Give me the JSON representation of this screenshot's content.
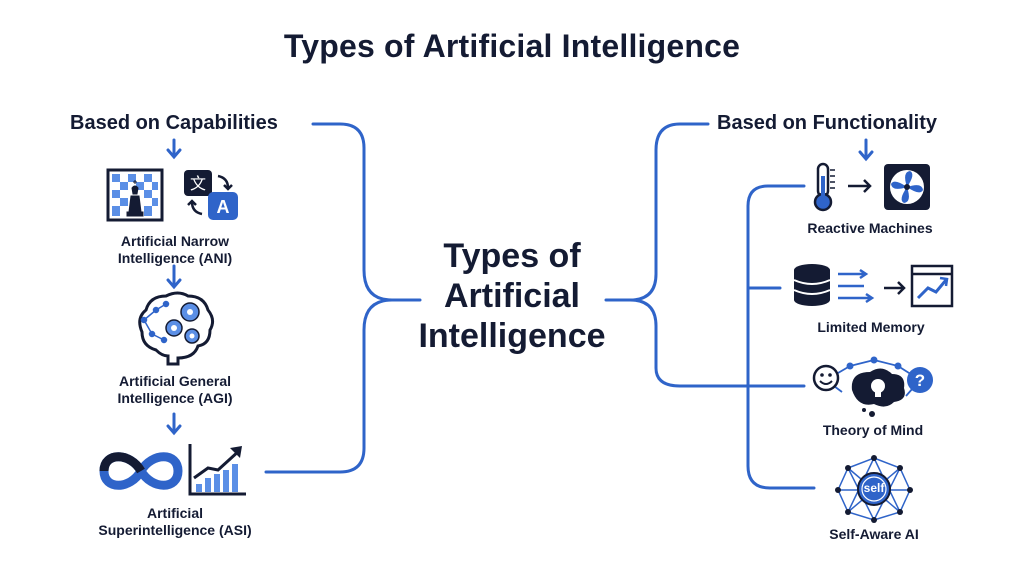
{
  "title": "Types of Artificial Intelligence",
  "center": {
    "line1": "Types of",
    "line2": "Artificial",
    "line3": "Intelligence"
  },
  "left": {
    "heading": "Based on Capabilities",
    "items": [
      {
        "line1": "Artificial Narrow",
        "line2": "Intelligence (ANI)",
        "icons": [
          "chess-board-icon",
          "translate-icon"
        ]
      },
      {
        "line1": "Artificial General",
        "line2": "Intelligence (AGI)",
        "icons": [
          "brain-gears-icon"
        ]
      },
      {
        "line1": "Artificial",
        "line2": "Superintelligence (ASI)",
        "icons": [
          "infinity-icon",
          "growth-chart-icon"
        ]
      }
    ]
  },
  "right": {
    "heading": "Based on Functionality",
    "items": [
      {
        "label": "Reactive Machines",
        "icons": [
          "thermometer-icon",
          "arrow-right-icon",
          "fan-icon"
        ]
      },
      {
        "label": "Limited Memory",
        "icons": [
          "database-icon",
          "arrow-right-icon",
          "chart-window-icon"
        ]
      },
      {
        "label": "Theory of Mind",
        "icons": [
          "mind-network-icon"
        ]
      },
      {
        "label": "Self-Aware AI",
        "badge": "self",
        "icons": [
          "self-network-icon"
        ]
      }
    ]
  },
  "colors": {
    "accent": "#2f64c9",
    "dark": "#141b33",
    "light_blue": "#5b8fe6"
  }
}
